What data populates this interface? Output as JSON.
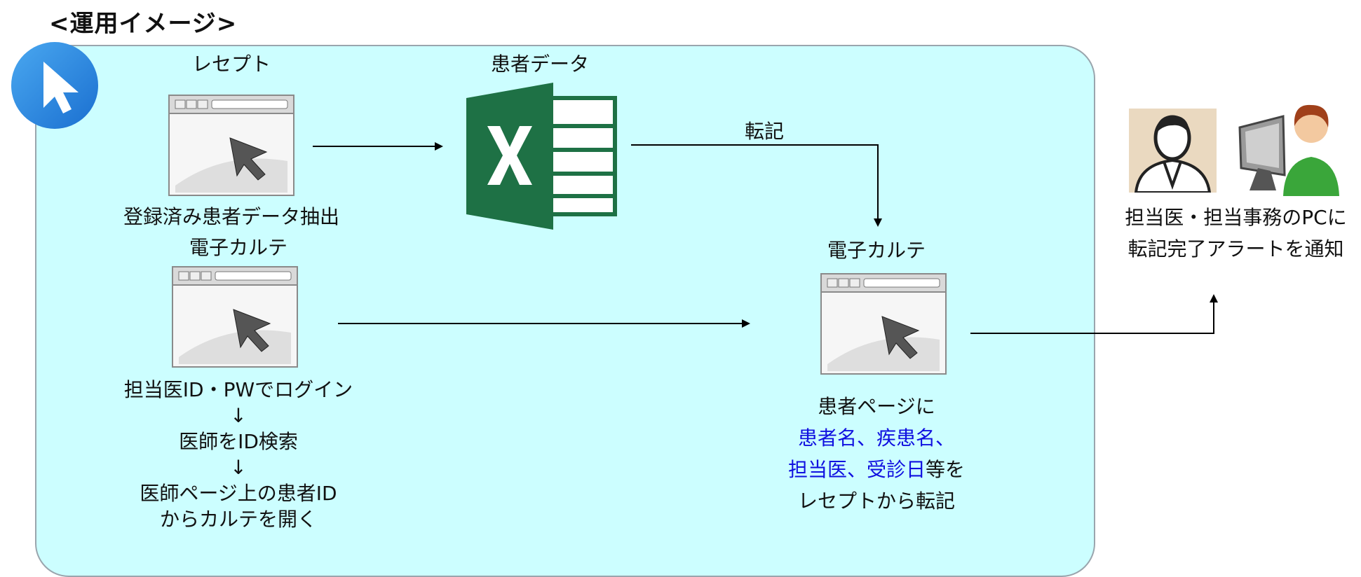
{
  "title": "<運用イメージ>",
  "receipt": {
    "label": "レセプト",
    "caption": "登録済み患者データ抽出"
  },
  "patient_data": {
    "label": "患者データ"
  },
  "transfer_label": "転記",
  "emr_left": {
    "label": "電子カルテ",
    "steps": [
      "担当医ID・PWでログイン",
      "↓",
      "医師をID検索",
      "↓",
      "医師ページ上の患者ID",
      "からカルテを開く"
    ]
  },
  "emr_right": {
    "label": "電子カルテ",
    "line1": "患者ページに",
    "line2_blue": "患者名、疾患名、",
    "line3_blue": "担当医、受診日",
    "line3_black": "等を",
    "line4": "レセプトから転記"
  },
  "notify": {
    "line1": "担当医・担当事務のPCに",
    "line2": "転記完了アラートを通知"
  },
  "colors": {
    "panel_bg": "#ccfeff",
    "excel_green": "#1e7145",
    "highlight_blue": "#1010e0"
  },
  "icons": [
    "cursor-logo-icon",
    "browser-window-icon",
    "excel-icon",
    "doctor-icon",
    "pc-user-icon"
  ]
}
